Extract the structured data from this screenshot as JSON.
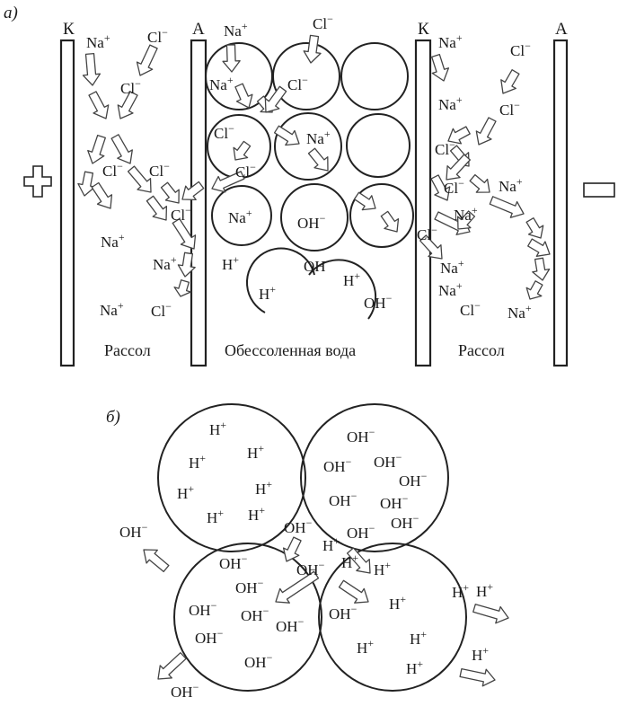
{
  "panel_a": {
    "label": "а)",
    "electrode_K": "К",
    "electrode_A": "А",
    "captions": [
      "Рассол",
      "Обессоленная вода",
      "Рассол"
    ],
    "ions_left": [
      "Na+",
      "Cl−",
      "Cl−",
      "Cl−",
      "Na+",
      "Cl−",
      "Na+",
      "Na+",
      "Cl−",
      "Cl−"
    ],
    "ions_middle": [
      "Na+",
      "Cl−",
      "Na+",
      "Cl−",
      "Cl−",
      "Na+",
      "Cl−",
      "Na+",
      "OH−",
      "H+",
      "OH−",
      "H+",
      "H+",
      "OH−"
    ],
    "ions_right": [
      "Na+",
      "Cl−",
      "Na+",
      "Cl−",
      "Cl−",
      "Cl−",
      "Na+",
      "Na+",
      "Cl−",
      "Na+",
      "Na+",
      "Cl−",
      "Na+"
    ]
  },
  "panel_b": {
    "label": "б)",
    "ions_top_left": [
      "H+",
      "H+",
      "H+",
      "H+",
      "H+",
      "H+",
      "H+"
    ],
    "ions_top_right": [
      "OH−",
      "OH−",
      "OH−",
      "OH−",
      "OH−",
      "OH−",
      "OH−",
      "OH−"
    ],
    "ions_bottom_left": [
      "OH−",
      "OH−",
      "OH−",
      "OH−",
      "OH−",
      "OH−",
      "OH−"
    ],
    "ions_bottom_right": [
      "H+",
      "H+",
      "H+",
      "H+",
      "H+",
      "H+"
    ],
    "ions_between": [
      "OH−",
      "OH−",
      "H+",
      "OH−",
      "H+"
    ],
    "ions_outside": [
      "OH−",
      "OH−",
      "H+",
      "H+"
    ]
  }
}
